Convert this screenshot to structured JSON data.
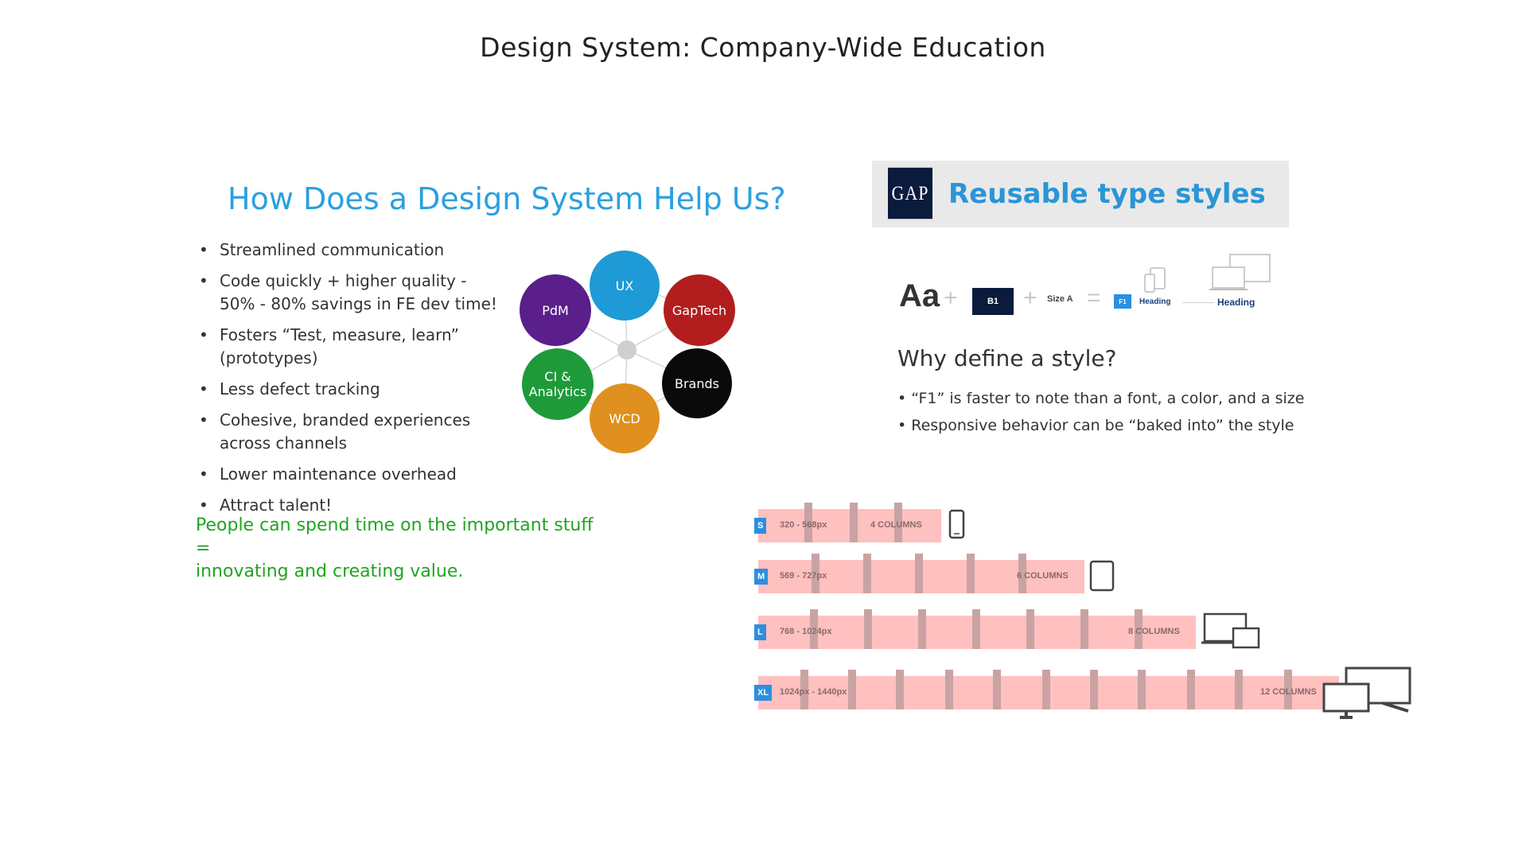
{
  "page_title": "Design System: Company-Wide Education",
  "left_section": {
    "heading": "How Does a Design System Help Us?",
    "bullets": [
      {
        "line1": "Streamlined communication",
        "line2": ""
      },
      {
        "line1": "Code quickly + higher quality -",
        "line2": "50% - 80% savings in FE dev time!"
      },
      {
        "line1": "Fosters “Test, measure, learn” (prototypes)",
        "line2": ""
      },
      {
        "line1": "Less defect tracking",
        "line2": ""
      },
      {
        "line1": "Cohesive, branded experiences",
        "line2": "across channels"
      },
      {
        "line1": "Lower maintenance overhead",
        "line2": ""
      },
      {
        "line1": "Attract talent!",
        "line2": ""
      }
    ],
    "tagline_line1": "People can spend time on the important stuff =",
    "tagline_line2": "innovating and creating value."
  },
  "hub_diagram": {
    "nodes": [
      {
        "label": "UX",
        "color": "#1e9ad6"
      },
      {
        "label": "GapTech",
        "color": "#b21e1e"
      },
      {
        "label": "Brands",
        "color": "#0a0a0a"
      },
      {
        "label": "WCD",
        "color": "#e0901e"
      },
      {
        "label": "CI &\nAnalytics",
        "color": "#1f9a3a"
      },
      {
        "label": "PdM",
        "color": "#5a1f8a"
      }
    ],
    "center_color": "#cfcfcf"
  },
  "type_styles": {
    "logo_text": "GAP",
    "title": "Reusable type styles",
    "formula": {
      "aa": "Aa",
      "plus": "+",
      "equals": "=",
      "b1": "B1",
      "size": "Size A",
      "f1": "F1",
      "heading_small": "Heading",
      "heading_large": "Heading"
    },
    "why_heading": "Why define a style?",
    "why_points": [
      "• “F1” is faster to note than a font, a color, and a size",
      "• Responsive behavior can be “baked into” the style"
    ]
  },
  "breakpoints": [
    {
      "tag": "S",
      "range": "320 - 568px",
      "columns": "4 COLUMNS",
      "device": "phone"
    },
    {
      "tag": "M",
      "range": "569 - 727px",
      "columns": "6 COLUMNS",
      "device": "tablet"
    },
    {
      "tag": "L",
      "range": "768 - 1024px",
      "columns": "8 COLUMNS",
      "device": "laptop"
    },
    {
      "tag": "XL",
      "range": "1024px - 1440px",
      "columns": "12 COLUMNS",
      "device": "desktop"
    }
  ],
  "colors": {
    "accent_blue": "#2aa0e0",
    "tagline_green": "#1fa51f",
    "grid_pink": "#ffc0c0",
    "navy": "#0b1b3d"
  }
}
